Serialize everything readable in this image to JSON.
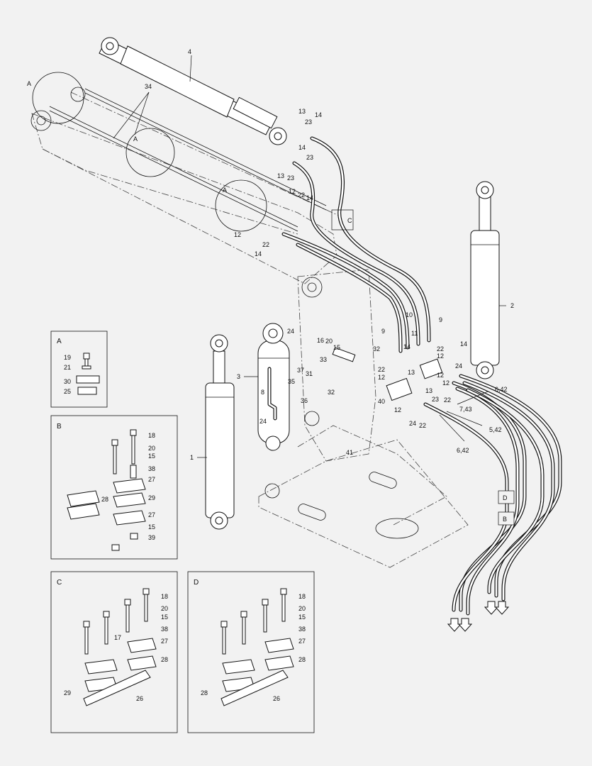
{
  "callouts": {
    "c1": "1",
    "c2": "2",
    "c3": "3",
    "c4": "4",
    "c8": "8",
    "c9a": "9",
    "c9b": "9",
    "c10": "10",
    "c11": "11",
    "c12a": "12",
    "c12b": "12",
    "c12c": "12",
    "c12d": "12",
    "c12e": "12",
    "c12f": "12",
    "c12g": "12",
    "c13a": "13",
    "c13b": "13",
    "c13c": "13",
    "c13d": "13",
    "c14a": "14",
    "c14b": "14",
    "c14c": "14",
    "c14d": "14",
    "c14e": "14",
    "c14f": "14",
    "c15": "15",
    "c16": "16",
    "c20": "20",
    "c22a": "22",
    "c22b": "22",
    "c22c": "22",
    "c22d": "22",
    "c22e": "22",
    "c23a": "23",
    "c23b": "23",
    "c23c": "23",
    "c23d": "23",
    "c24a": "24",
    "c24b": "24",
    "c24c": "24",
    "c24d": "24",
    "c31": "31",
    "c32a": "32",
    "c32b": "32",
    "c33": "33",
    "c34": "34",
    "c35": "35",
    "c36": "36",
    "c37": "37",
    "c40": "40",
    "c41": "41",
    "c642a": "6,42",
    "c642b": "6,42",
    "c743": "7,43",
    "c542": "5,42",
    "cA1": "A",
    "cA2": "A",
    "cA3": "A",
    "cC": "C",
    "cD": "D",
    "cB": "B"
  },
  "box_a": {
    "title": "A",
    "labels": [
      "19",
      "21",
      "30",
      "25"
    ]
  },
  "box_b": {
    "title": "B",
    "labels": [
      "18",
      "20",
      "15",
      "38",
      "27",
      "28",
      "29",
      "27",
      "15",
      "39"
    ]
  },
  "box_c": {
    "title": "C",
    "labels": [
      "18",
      "20",
      "15",
      "38",
      "17",
      "27",
      "28",
      "29",
      "26"
    ]
  },
  "box_d": {
    "title": "D",
    "labels": [
      "18",
      "20",
      "15",
      "38",
      "27",
      "28",
      "28",
      "26"
    ]
  }
}
